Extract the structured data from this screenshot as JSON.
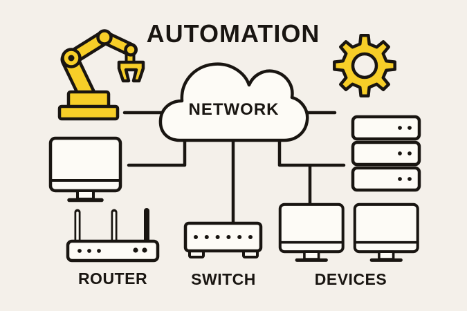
{
  "title": "AUTOMATION",
  "colors": {
    "bg": "#F4F0EA",
    "ink": "#191511",
    "accent": "#F7CE28",
    "panel": "#FDFBF6"
  },
  "network": {
    "label": "NETWORK",
    "shape": "cloud"
  },
  "nodes": {
    "router": {
      "label": "ROUTER"
    },
    "switch": {
      "label": "SWITCH"
    },
    "devices": {
      "label": "DEVICES"
    }
  },
  "icons": {
    "top_left": "robot-arm-icon",
    "top_right": "gear-icon",
    "center": "network-cloud-icon",
    "mid_left": "desktop-monitor-icon",
    "mid_right": "server-stack-icon",
    "bottom_left": "router-icon",
    "bottom_center": "switch-icon",
    "bottom_right": "dual-monitors-icon"
  },
  "connections": [
    {
      "from": "robot-arm",
      "to": "network"
    },
    {
      "from": "network",
      "to": "server-stack"
    },
    {
      "from": "network",
      "to": "desktop-monitor"
    },
    {
      "from": "network",
      "to": "switch"
    },
    {
      "from": "network",
      "to": "device-monitors"
    }
  ]
}
